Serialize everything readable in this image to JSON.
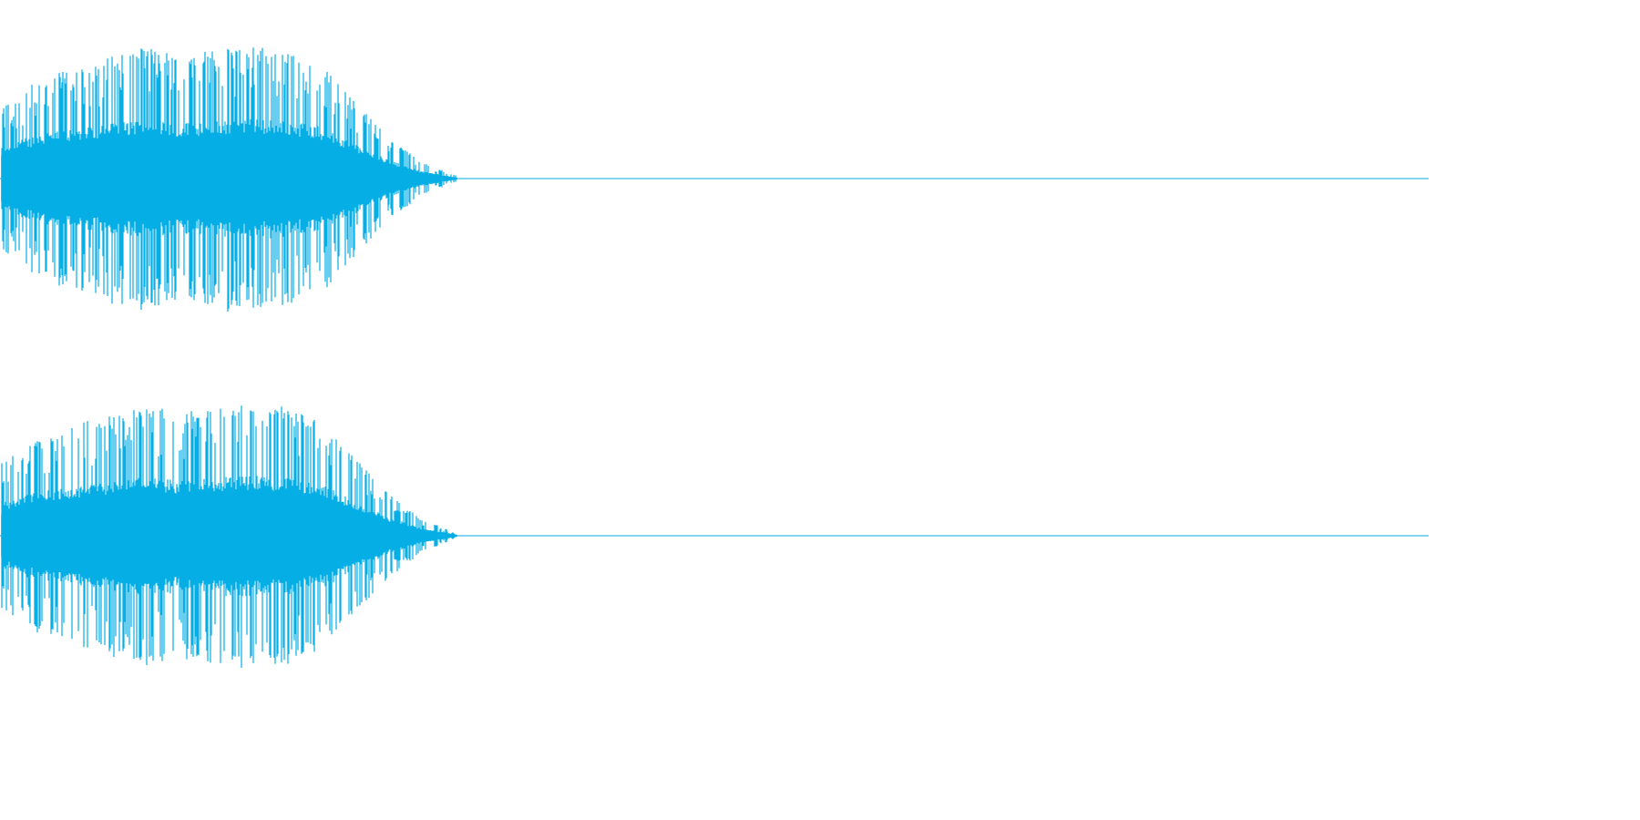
{
  "waveform": {
    "color": "#05aee5",
    "channel_count": 2,
    "channels": [
      {
        "name": "",
        "peak_envelope": [
          0.55,
          0.72,
          0.82,
          0.9,
          0.98,
          0.92,
          0.95,
          1.0,
          0.96,
          0.88,
          0.6,
          0.32,
          0.12,
          0.02
        ]
      },
      {
        "name": "",
        "peak_envelope": [
          0.55,
          0.72,
          0.82,
          0.9,
          0.98,
          0.92,
          0.95,
          1.0,
          0.96,
          0.88,
          0.6,
          0.32,
          0.12,
          0.02
        ]
      }
    ],
    "audio_fraction_of_width": 0.32
  }
}
